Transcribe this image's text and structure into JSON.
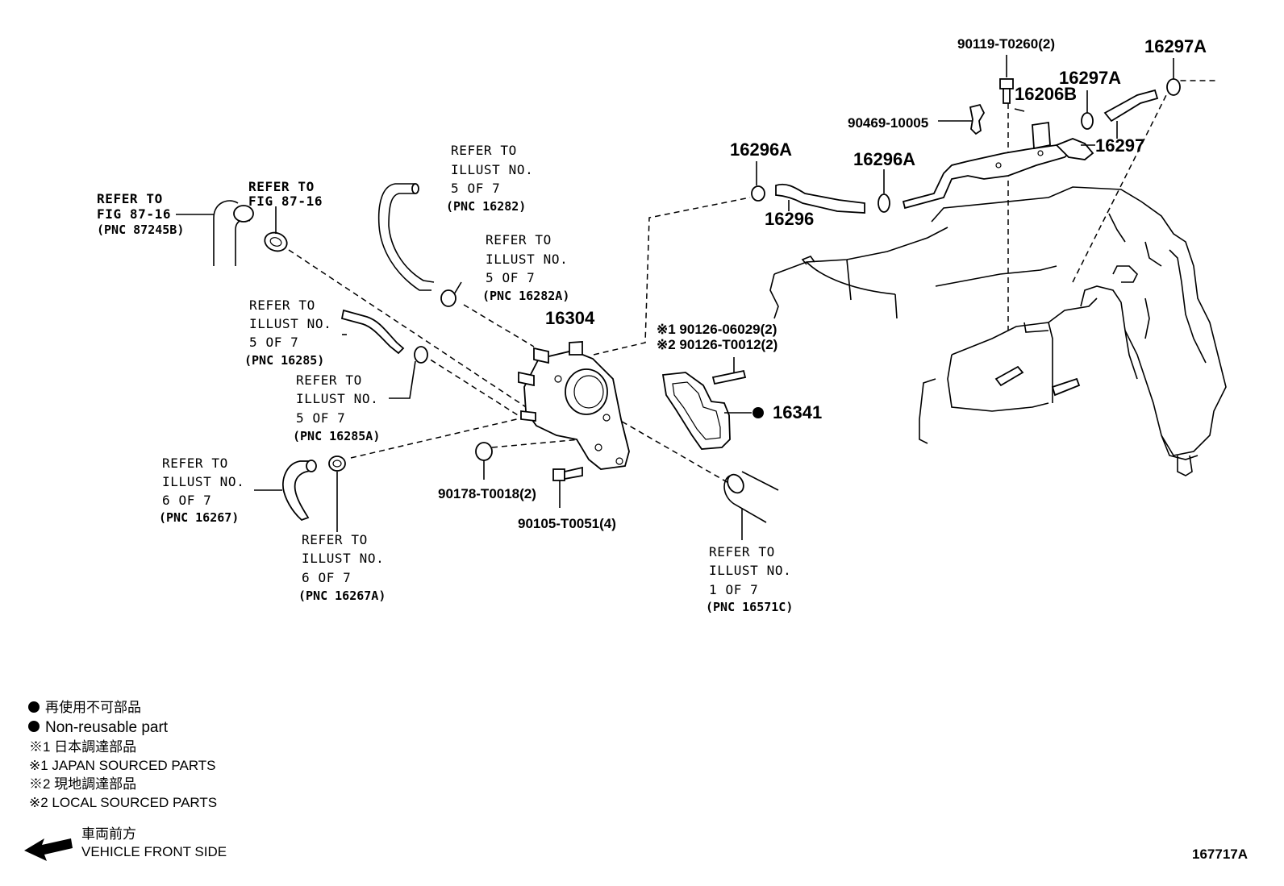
{
  "callouts": {
    "fig_87245b": {
      "line1": "REFER TO",
      "line2": "FIG 87-16",
      "pnc": "(PNC 87245B)"
    },
    "fig_87_16": {
      "line1": "REFER TO",
      "line2": "FIG 87-16"
    },
    "pnc_16282": {
      "line1": "REFER TO",
      "line2": "ILLUST NO.",
      "line3": "5 OF 7",
      "pnc": "(PNC 16282)"
    },
    "pnc_16282a": {
      "line1": "REFER TO",
      "line2": "ILLUST NO.",
      "line3": "5 OF 7",
      "pnc": "(PNC 16282A)"
    },
    "pnc_16285": {
      "line1": "REFER TO",
      "line2": "ILLUST NO.",
      "line3": "5 OF 7",
      "pnc": "(PNC 16285)"
    },
    "pnc_16285a": {
      "line1": "REFER TO",
      "line2": "ILLUST NO.",
      "line3": "5 OF 7",
      "pnc": "(PNC 16285A)"
    },
    "pnc_16267": {
      "line1": "REFER TO",
      "line2": "ILLUST NO.",
      "line3": "6 OF 7",
      "pnc": "(PNC 16267)"
    },
    "pnc_16267a": {
      "line1": "REFER TO",
      "line2": "ILLUST NO.",
      "line3": "6 OF 7",
      "pnc": "(PNC 16267A)"
    },
    "pnc_16571c": {
      "line1": "REFER TO",
      "line2": "ILLUST NO.",
      "line3": "1 OF 7",
      "pnc": "(PNC 16571C)"
    }
  },
  "parts": {
    "p16304": "16304",
    "p16341": "16341",
    "p16296a_left": "16296A",
    "p16296a_right": "16296A",
    "p16296": "16296",
    "p16206b": "16206B",
    "p16297a_left": "16297A",
    "p16297a_right": "16297A",
    "p16297": "16297",
    "b90119": "90119-T0260(2)",
    "b90469": "90469-10005",
    "b90126_1": "※1  90126-06029(2)",
    "b90126_2": "※2  90126-T0012(2)",
    "b90178": "90178-T0018(2)",
    "b90105": "90105-T0051(4)"
  },
  "legend": {
    "non_reusable_jp": "再使用不可部品",
    "non_reusable_en": "Non-reusable part",
    "japan_jp": "※1 日本調達部品",
    "japan_en": "※1 JAPAN SOURCED PARTS",
    "local_jp": "※2 現地調達部品",
    "local_en": "※2 LOCAL SOURCED PARTS",
    "front_jp": "車両前方",
    "front_en": "VEHICLE FRONT SIDE"
  },
  "figure_id": "167717A"
}
